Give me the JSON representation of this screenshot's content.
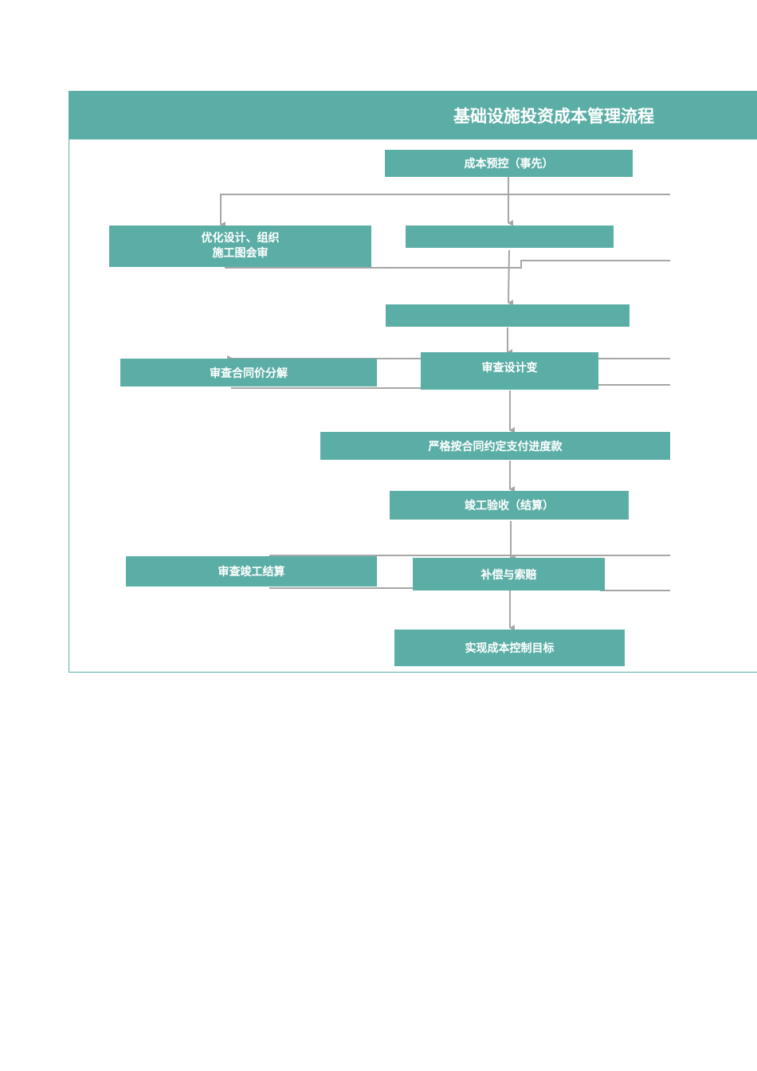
{
  "diagram": {
    "title": "基础设施投资成本管理流程",
    "nodes": {
      "pre_control": "成本预控（事先）",
      "optimize_design": "优化设计、组织\n施工图会审",
      "step_blank_1": "",
      "step_blank_2": "",
      "review_contract_price": "审查合同价分解",
      "review_design_change": "审查设计变",
      "pay_progress": "严格按合同约定支付进度款",
      "completion_acceptance": "竣工验收（结算）",
      "review_completion_settlement": "审查竣工结算",
      "compensation_claims": "补偿与索赔",
      "achieve_target": "实现成本控制目标"
    }
  },
  "colors": {
    "box_fill": "#5baea5",
    "box_text": "#ffffff",
    "connector": "#a6a6a6",
    "frame": "#5baea5"
  }
}
